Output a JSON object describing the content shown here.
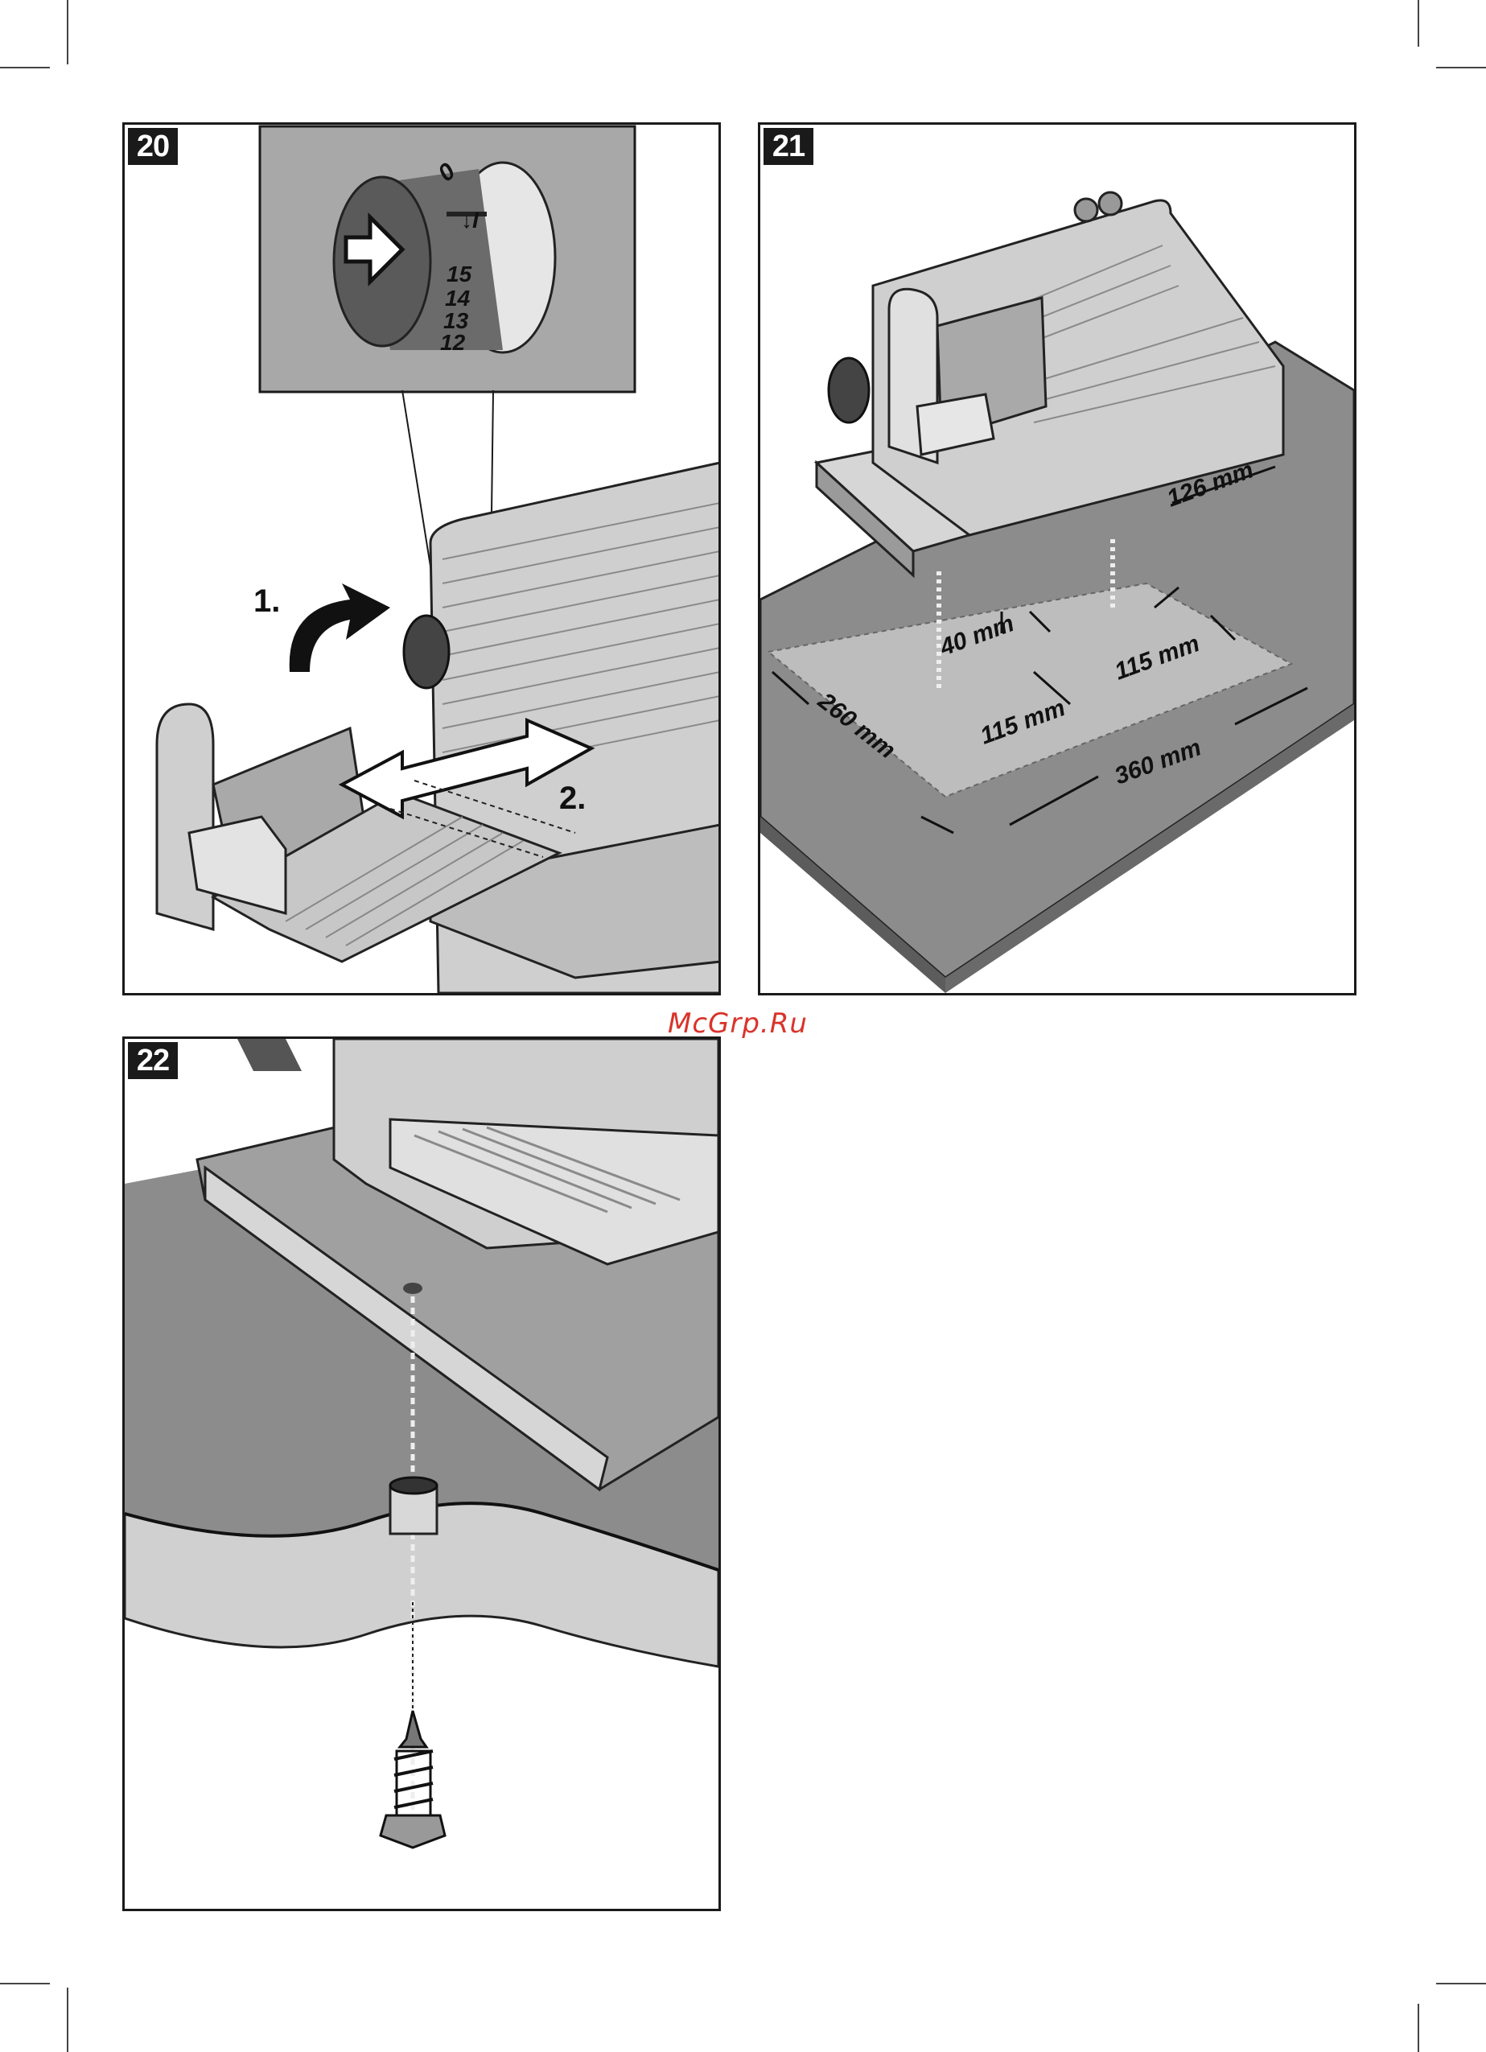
{
  "watermark": "McGrp.Ru",
  "figure20": {
    "number": "20",
    "dial_numbers": [
      "0",
      "15",
      "14",
      "13",
      "12"
    ],
    "dial_symbol": "↓I",
    "step1": "1.",
    "step2": "2."
  },
  "figure21": {
    "number": "21",
    "dim_126": "126 mm",
    "dim_40": "40 mm",
    "dim_115_left": "115 mm",
    "dim_115_right": "115 mm",
    "dim_260": "260 mm",
    "dim_360": "360 mm"
  },
  "figure22": {
    "number": "22"
  },
  "colors": {
    "frame": "#1a1a1a",
    "surface": "#8c8c8c",
    "surface_light": "#bdbdbd",
    "machine": "#d6d6d6",
    "watermark": "#d9342b"
  }
}
